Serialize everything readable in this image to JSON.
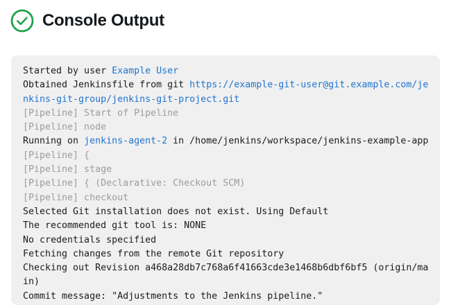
{
  "header": {
    "title": "Console Output",
    "status_icon": "check-circle-icon",
    "status_color": "#1ea34a"
  },
  "colors": {
    "panel_background": "#f0f0f0",
    "text": "#1b1b1b",
    "muted_text": "#9c9c9c",
    "link": "#1f74d0"
  },
  "console": {
    "lines": [
      {
        "id": "started-by-user",
        "muted": false,
        "segments": [
          {
            "text": "Started by user ",
            "link": false
          },
          {
            "text": "Example User",
            "link": true
          }
        ]
      },
      {
        "id": "obtained-jenkinsfile",
        "muted": false,
        "segments": [
          {
            "text": "Obtained Jenkinsfile from git ",
            "link": false
          },
          {
            "text": "https://example-git-user@git.example.com/jenkins-git-group/jenkins-git-project.git",
            "link": true
          }
        ]
      },
      {
        "id": "pipeline-start-of-pipeline",
        "muted": true,
        "segments": [
          {
            "text": "[Pipeline] Start of Pipeline",
            "link": false
          }
        ]
      },
      {
        "id": "pipeline-node",
        "muted": true,
        "segments": [
          {
            "text": "[Pipeline] node",
            "link": false
          }
        ]
      },
      {
        "id": "running-on-agent",
        "muted": false,
        "segments": [
          {
            "text": "Running on ",
            "link": false
          },
          {
            "text": "jenkins-agent-2",
            "link": true
          },
          {
            "text": " in /home/jenkins/workspace/jenkins-example-app",
            "link": false
          }
        ]
      },
      {
        "id": "pipeline-open-brace",
        "muted": true,
        "segments": [
          {
            "text": "[Pipeline] {",
            "link": false
          }
        ]
      },
      {
        "id": "pipeline-stage",
        "muted": true,
        "segments": [
          {
            "text": "[Pipeline] stage",
            "link": false
          }
        ]
      },
      {
        "id": "pipeline-declarative-checkout-scm",
        "muted": true,
        "segments": [
          {
            "text": "[Pipeline] { (Declarative: Checkout SCM)",
            "link": false
          }
        ]
      },
      {
        "id": "pipeline-checkout",
        "muted": true,
        "segments": [
          {
            "text": "[Pipeline] checkout",
            "link": false
          }
        ]
      },
      {
        "id": "selected-git-installation",
        "muted": false,
        "segments": [
          {
            "text": "Selected Git installation does not exist. Using Default",
            "link": false
          }
        ]
      },
      {
        "id": "recommended-git-tool",
        "muted": false,
        "segments": [
          {
            "text": "The recommended git tool is: NONE",
            "link": false
          }
        ]
      },
      {
        "id": "no-credentials-specified",
        "muted": false,
        "segments": [
          {
            "text": "No credentials specified",
            "link": false
          }
        ]
      },
      {
        "id": "fetching-changes",
        "muted": false,
        "segments": [
          {
            "text": "Fetching changes from the remote Git repository",
            "link": false
          }
        ]
      },
      {
        "id": "checking-out-revision",
        "muted": false,
        "segments": [
          {
            "text": "Checking out Revision a468a28db7c768a6f41663cde3e1468b6dbf6bf5 (origin/main)",
            "link": false
          }
        ]
      },
      {
        "id": "commit-message",
        "muted": false,
        "segments": [
          {
            "text": "Commit message: \"Adjustments to the Jenkins pipeline.\"",
            "link": false
          }
        ]
      }
    ]
  }
}
